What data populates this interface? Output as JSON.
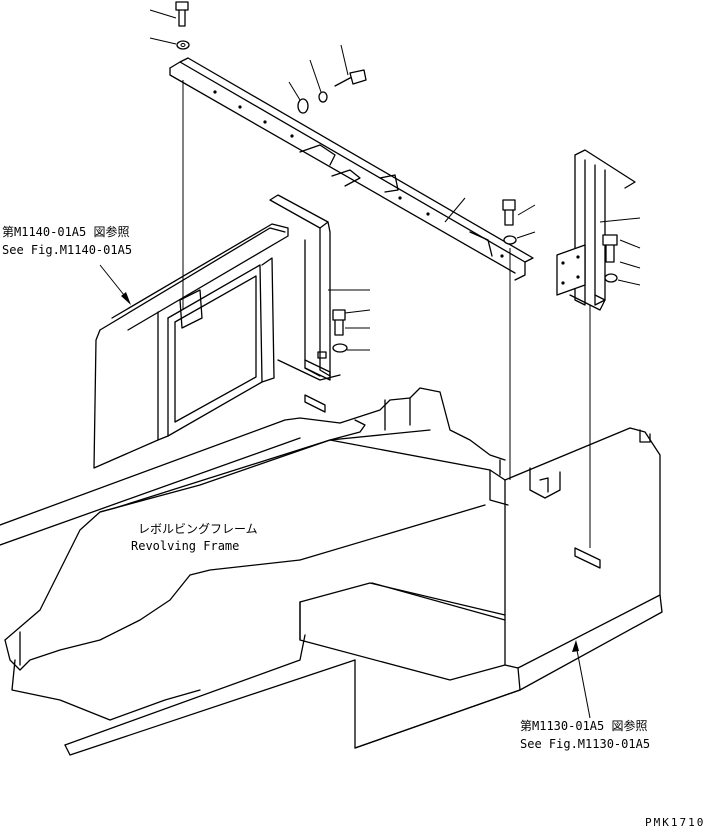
{
  "labels": {
    "ref_m1140_jp": "第M1140-01A5 図参照",
    "ref_m1140_en": "See Fig.M1140-01A5",
    "frame_jp": "レボルビングフレーム",
    "frame_en": "Revolving Frame",
    "ref_m1130_jp": "第M1130-01A5 図参照",
    "ref_m1130_en": "See Fig.M1130-01A5",
    "drawing_code": "PMK1710"
  }
}
